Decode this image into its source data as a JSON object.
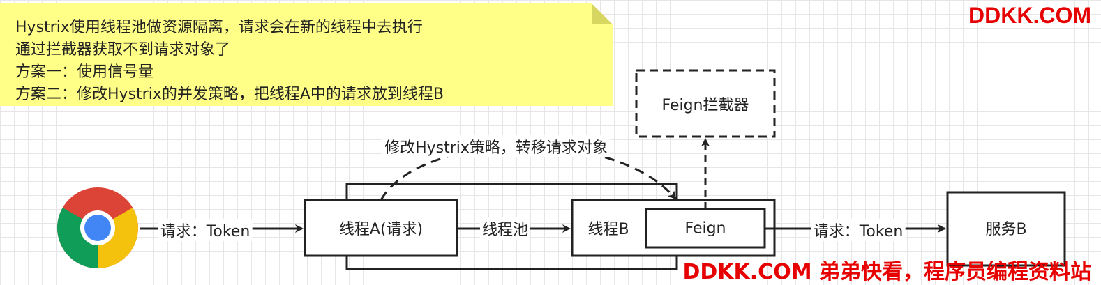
{
  "note": {
    "lines": [
      "Hystrix使用线程池做资源隔离，请求会在新的线程中去执行",
      "通过拦截器获取不到请求对象了",
      "方案一：使用信号量",
      "方案二：修改Hystrix的并发策略，把线程A中的请求放到线程B"
    ]
  },
  "nodes": {
    "thread_a": "线程A(请求)",
    "thread_b": "线程B",
    "feign": "Feign",
    "interceptor": "Feign拦截器",
    "service_b": "服务B"
  },
  "edges": {
    "browser_to_thread_a": "请求：Token",
    "thread_a_to_thread_b": "线程池",
    "feign_to_service_b": "请求：Token",
    "dashed_curve": "修改Hystrix策略，转移请求对象"
  },
  "watermark": {
    "top": "DDKK.COM",
    "bottom": "DDKK.COM 弟弟快看，程序员编程资料站"
  },
  "colors": {
    "note_fill": "#ffff88",
    "note_fold": "#d6d660",
    "stroke": "#222222",
    "watermark": "#e60000",
    "chrome_red": "#db4437",
    "chrome_yellow": "#f4c20d",
    "chrome_green": "#0f9d58",
    "chrome_blue": "#4285f4"
  },
  "icons": {
    "browser": "chrome-icon"
  }
}
